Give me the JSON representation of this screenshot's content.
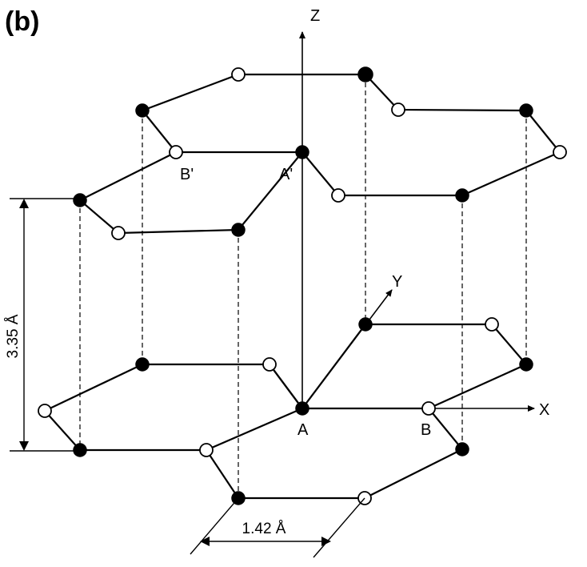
{
  "panel_label": "(b)",
  "axes": {
    "z": "Z",
    "y": "Y",
    "x": "X"
  },
  "atom_labels": {
    "a": "A",
    "b": "B",
    "a_prime": "A'",
    "b_prime": "B'"
  },
  "dimensions": {
    "interlayer": "3.35 Å",
    "bond_length": "1.42 Å"
  },
  "colors": {
    "filled_atom": "#000000",
    "open_atom": "#ffffff",
    "stroke": "#000000"
  }
}
